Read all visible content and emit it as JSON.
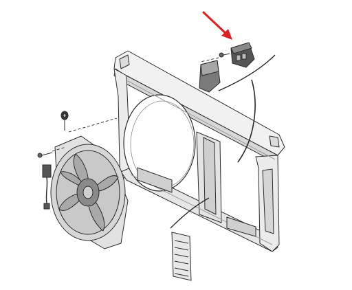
{
  "diagram": {
    "kind": "exploded-parts-illustration",
    "components": [
      {
        "name": "radiator-support-frame"
      },
      {
        "name": "cooling-fan-assembly"
      },
      {
        "name": "fan-resistor-module"
      },
      {
        "name": "wiring-connector"
      },
      {
        "name": "air-deflector"
      },
      {
        "name": "louvre-shutter-grille"
      },
      {
        "name": "mounting-screw"
      },
      {
        "name": "rubber-grommet"
      }
    ],
    "highlight": {
      "target": "fan-resistor-module",
      "arrow_color": "#e02020"
    },
    "colors": {
      "line": "#2a2a2a",
      "frame_fill": "#f1f1f1",
      "frame_shade": "#d4d4d4",
      "fan_fill": "#c9c9c9",
      "fan_dark": "#8a8a8a",
      "module_dark": "#555555",
      "background": "#ffffff"
    }
  }
}
